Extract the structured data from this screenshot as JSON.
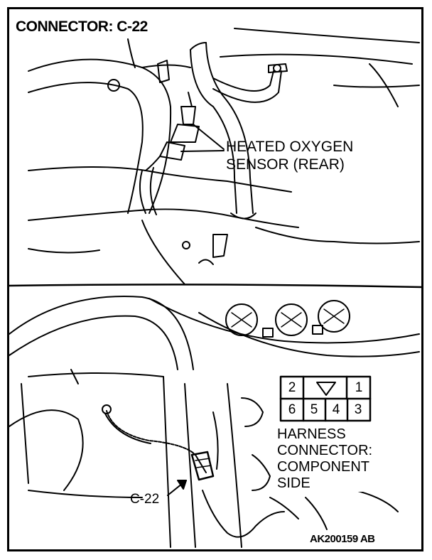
{
  "title": "CONNECTOR: C-22",
  "sensor_label": {
    "line1": "HEATED OXYGEN",
    "line2": "SENSOR (REAR)"
  },
  "harness_label": {
    "line1": "HARNESS",
    "line2": "CONNECTOR:",
    "line3": "COMPONENT",
    "line4": "SIDE"
  },
  "connector_callout": "C-22",
  "figure_code": "AK200159 AB",
  "connector_pins": {
    "top_row": [
      "2",
      "1"
    ],
    "bottom_row": [
      "6",
      "5",
      "4",
      "3"
    ]
  }
}
